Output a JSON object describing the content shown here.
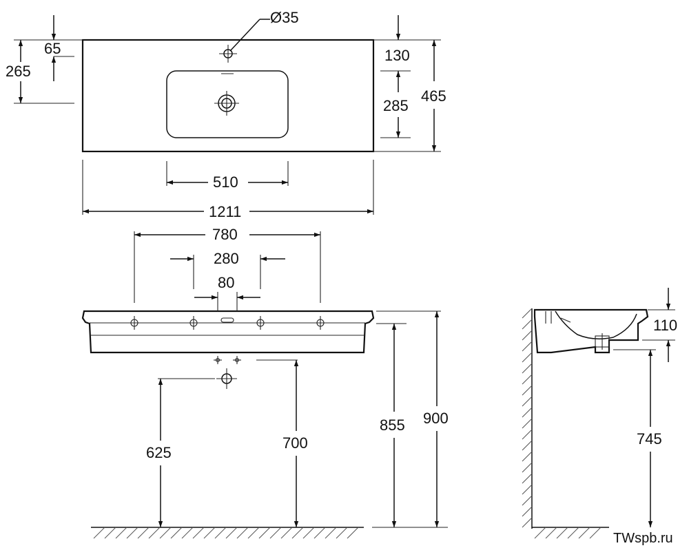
{
  "dimensions": {
    "tap_hole_diameter": "Ø35",
    "tap_hole_offset": "65",
    "tap_hole_depth": "265",
    "edge_to_bowl": "130",
    "bowl_depth": "285",
    "total_depth": "465",
    "bowl_width": "510",
    "total_width": "1211",
    "bracket_span": "780",
    "inner_span": "280",
    "waste_span": "80",
    "supply_height": "625",
    "waste_height": "700",
    "underside_height": "855",
    "top_height": "900",
    "rim_height": "110",
    "side_underside_height": "745"
  },
  "watermark": "TWspb.ru",
  "colors": {
    "ink": "#111111",
    "background": "#ffffff"
  }
}
